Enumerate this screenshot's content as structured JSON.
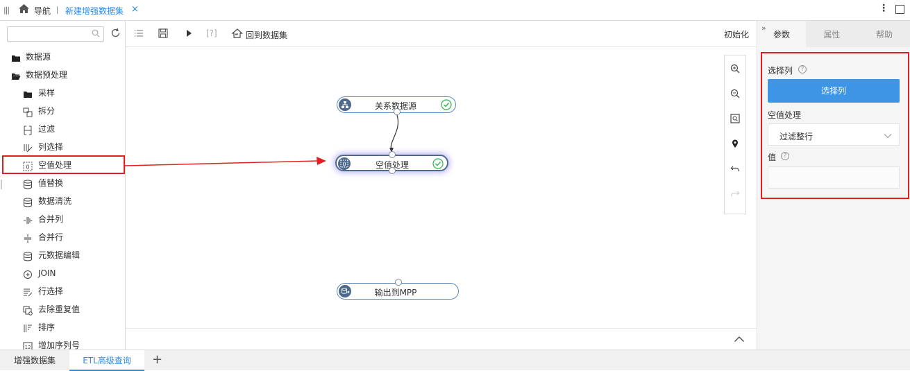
{
  "topbar": {
    "nav_label": "导航",
    "tab_title": "新建增强数据集",
    "close_glyph": "×"
  },
  "left": {
    "search_placeholder": "",
    "tree": [
      {
        "label": "数据源",
        "level": 0,
        "icon": "folder-icon"
      },
      {
        "label": "数据预处理",
        "level": 0,
        "icon": "folder-open-icon"
      },
      {
        "label": "采样",
        "level": 1,
        "icon": "folder-icon"
      },
      {
        "label": "拆分",
        "level": 1,
        "icon": "split-icon"
      },
      {
        "label": "过滤",
        "level": 1,
        "icon": "filter-icon"
      },
      {
        "label": "列选择",
        "level": 1,
        "icon": "column-select-icon"
      },
      {
        "label": "空值处理",
        "level": 1,
        "icon": "null-handle-icon"
      },
      {
        "label": "值替换",
        "level": 1,
        "icon": "database-icon"
      },
      {
        "label": "数据清洗",
        "level": 1,
        "icon": "database-icon"
      },
      {
        "label": "合并列",
        "level": 1,
        "icon": "merge-column-icon"
      },
      {
        "label": "合并行",
        "level": 1,
        "icon": "merge-row-icon"
      },
      {
        "label": "元数据编辑",
        "level": 1,
        "icon": "database-icon"
      },
      {
        "label": "JOIN",
        "level": 1,
        "icon": "join-icon"
      },
      {
        "label": "行选择",
        "level": 1,
        "icon": "row-select-icon"
      },
      {
        "label": "去除重复值",
        "level": 1,
        "icon": "dedupe-icon"
      },
      {
        "label": "排序",
        "level": 1,
        "icon": "sort-icon"
      },
      {
        "label": "增加序列号",
        "level": 1,
        "icon": "serial-icon"
      }
    ]
  },
  "toolbar": {
    "help_glyph": "[?]",
    "back_label": "回到数据集",
    "init_label": "初始化"
  },
  "canvas": {
    "nodes": [
      {
        "label": "关系数据源",
        "status": "ok"
      },
      {
        "label": "空值处理",
        "status": "ok"
      },
      {
        "label": "输出到MPP",
        "status": "none"
      }
    ]
  },
  "right": {
    "tabs": [
      "参数",
      "属性",
      "帮助"
    ],
    "active_tab": "参数",
    "select_col_label": "选择列",
    "select_col_button": "选择列",
    "null_label": "空值处理",
    "null_value": "过滤整行",
    "value_label": "值",
    "help_glyph": "?",
    "value_placeholder": ""
  },
  "bottom": {
    "tabs": [
      "增强数据集",
      "ETL高级查询"
    ],
    "active": "ETL高级查询",
    "add_glyph": "+"
  },
  "colors": {
    "accent": "#2e8ae6",
    "button": "#3e95e6",
    "highlight": "#e02020",
    "node_border": "#5a8ab8",
    "ok_green": "#2db34a"
  }
}
